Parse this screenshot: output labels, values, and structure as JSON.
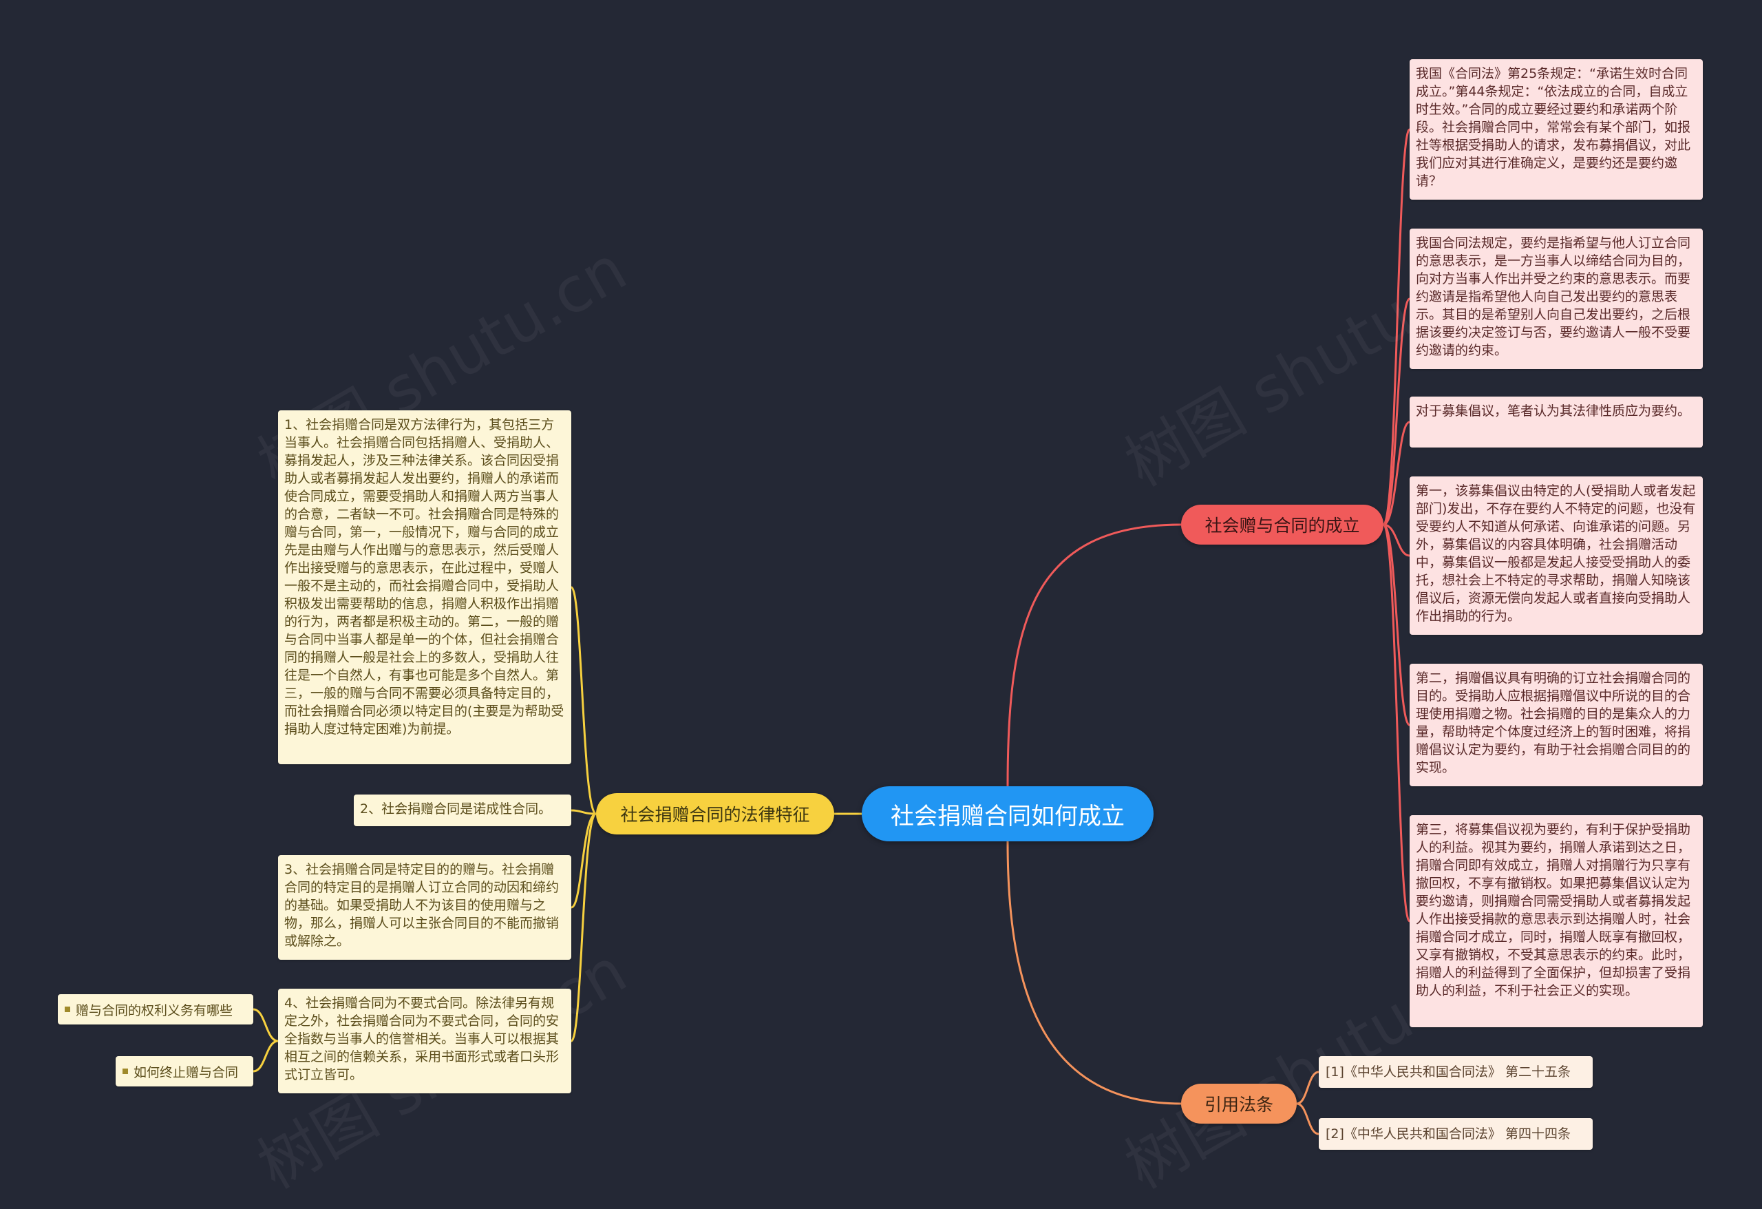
{
  "root": {
    "label": "社会捐赠合同如何成立"
  },
  "branches": {
    "establishment": {
      "label": "社会赠与合同的成立",
      "color": "#f05a5a",
      "items": [
        "我国《合同法》第25条规定：“承诺生效时合同成立。”第44条规定：“依法成立的合同，自成立时生效。”合同的成立要经过要约和承诺两个阶段。社会捐赠合同中，常常会有某个部门，如报社等根据受捐助人的请求，发布募捐倡议，对此我们应对其进行准确定义，是要约还是要约邀请？",
        "我国合同法规定，要约是指希望与他人订立合同的意思表示，是一方当事人以缔结合同为目的，向对方当事人作出并受之约束的意思表示。而要约邀请是指希望他人向自己发出要约的意思表示。其目的是希望别人向自己发出要约，之后根据该要约决定签订与否，要约邀请人一般不受要约邀请的约束。",
        "对于募集倡议，笔者认为其法律性质应为要约。",
        "第一，该募集倡议由特定的人(受捐助人或者发起部门)发出，不存在要约人不特定的问题，也没有受要约人不知道从何承诺、向谁承诺的问题。另外，募集倡议的内容具体明确，社会捐赠活动中，募集倡议一般都是发起人接受受捐助人的委托，想社会上不特定的寻求帮助，捐赠人知晓该倡议后，资源无偿向发起人或者直接向受捐助人作出捐助的行为。",
        "第二，捐赠倡议具有明确的订立社会捐赠合同的目的。受捐助人应根据捐赠倡议中所说的目的合理使用捐赠之物。社会捐赠的目的是集众人的力量，帮助特定个体度过经济上的暂时困难，将捐赠倡议认定为要约，有助于社会捐赠合同目的的实现。",
        "第三，将募集倡议视为要约，有利于保护受捐助人的利益。视其为要约，捐赠人承诺到达之日，捐赠合同即有效成立，捐赠人对捐赠行为只享有撤回权，不享有撤销权。如果把募集倡议认定为要约邀请，则捐赠合同需受捐助人或者募捐发起人作出接受捐款的意思表示到达捐赠人时，社会捐赠合同才成立，同时，捐赠人既享有撤回权，又享有撤销权，不受其意思表示的约束。此时，捐赠人的利益得到了全面保护，但却损害了受捐助人的利益，不利于社会正义的实现。"
      ]
    },
    "citations": {
      "label": "引用法条",
      "color": "#f5935c",
      "items": [
        "[1]《中华人民共和国合同法》 第二十五条",
        "[2]《中华人民共和国合同法》 第四十四条"
      ]
    },
    "features": {
      "label": "社会捐赠合同的法律特征",
      "color": "#f7d13f",
      "items": [
        "1、社会捐赠合同是双方法律行为，其包括三方当事人。社会捐赠合同包括捐赠人、受捐助人、募捐发起人，涉及三种法律关系。该合同因受捐助人或者募捐发起人发出要约，捐赠人的承诺而使合同成立，需要受捐助人和捐赠人两方当事人的合意，二者缺一不可。社会捐赠合同是特殊的赠与合同，第一，一般情况下，赠与合同的成立先是由赠与人作出赠与的意思表示，然后受赠人作出接受赠与的意思表示，在此过程中，受赠人一般不是主动的，而社会捐赠合同中，受捐助人积极发出需要帮助的信息，捐赠人积极作出捐赠的行为，两者都是积极主动的。第二，一般的赠与合同中当事人都是单一的个体，但社会捐赠合同的捐赠人一般是社会上的多数人，受捐助人往往是一个自然人，有事也可能是多个自然人。第三，一般的赠与合同不需要必须具备特定目的，而社会捐赠合同必须以特定目的(主要是为帮助受捐助人度过特定困难)为前提。",
        "2、社会捐赠合同是诺成性合同。",
        "3、社会捐赠合同是特定目的的赠与。社会捐赠合同的特定目的是捐赠人订立合同的动因和缔约的基础。如果受捐助人不为该目的使用赠与之物，那么，捐赠人可以主张合同目的不能而撤销或解除之。",
        "4、社会捐赠合同为不要式合同。除法律另有规定之外，社会捐赠合同为不要式合同，合同的安全指数与当事人的信誉相关。当事人可以根据其相互之间的信赖关系，采用书面形式或者口头形式订立皆可。"
      ],
      "related": [
        "赠与合同的权利义务有哪些",
        "如何终止赠与合同"
      ]
    }
  },
  "watermark": "树图 shutu.cn"
}
